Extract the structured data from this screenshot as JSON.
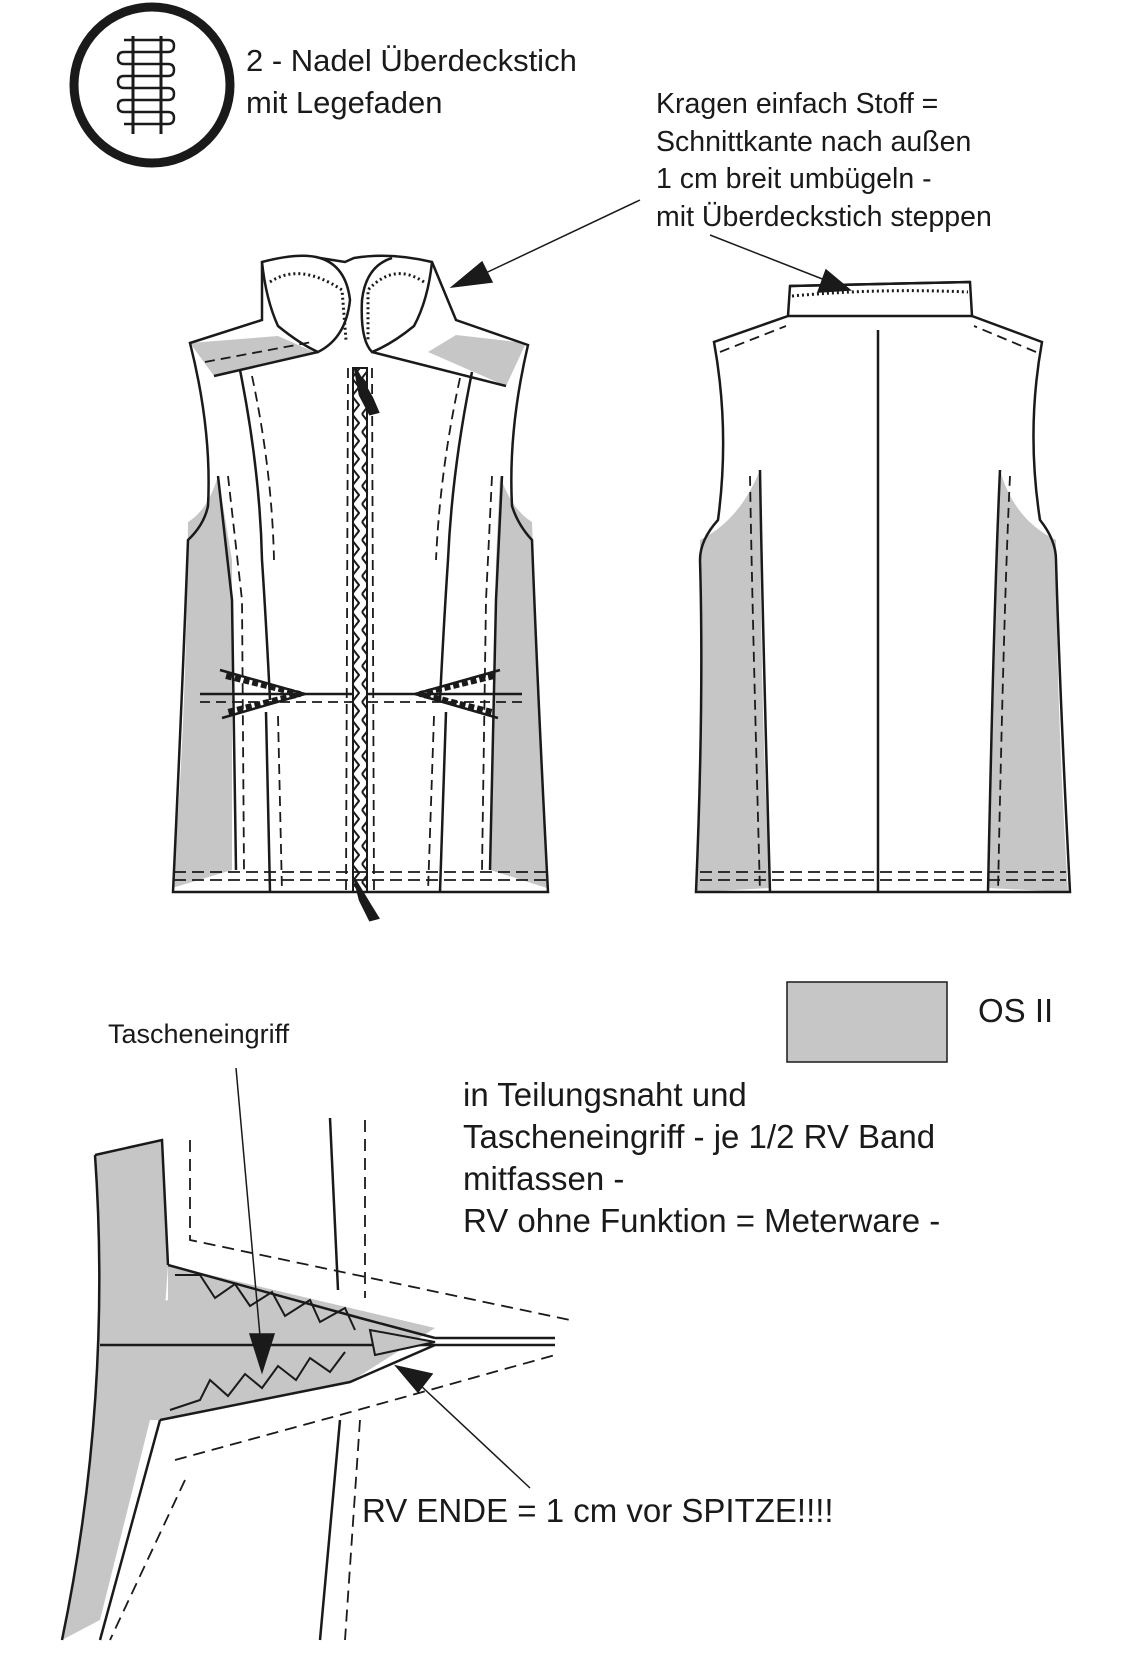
{
  "symbol": {
    "icon": "coverstitch-symbol-icon"
  },
  "stitch_title": {
    "line1": "2 - Nadel Überdeckstich",
    "line2": "mit Legefaden"
  },
  "collar_note": {
    "line1": "Kragen einfach Stoff =",
    "line2": "Schnittkante nach außen",
    "line3": "1 cm breit umbügeln -",
    "line4": "mit Überdeckstich steppen"
  },
  "legend": {
    "label": "OS II",
    "color": "#c6c6c6"
  },
  "pocket_label": "Tascheneingriff",
  "zip_note": {
    "line1": "in Teilungsnaht und",
    "line2": "Tascheneingriff - je 1/2 RV Band",
    "line3": "mitfassen -",
    "line4": "RV ohne Funktion = Meterware -"
  },
  "end_note": "RV ENDE = 1 cm vor SPITZE!!!!",
  "colors": {
    "line": "#1a1a1a",
    "panel": "#c6c6c6",
    "background": "#ffffff"
  }
}
